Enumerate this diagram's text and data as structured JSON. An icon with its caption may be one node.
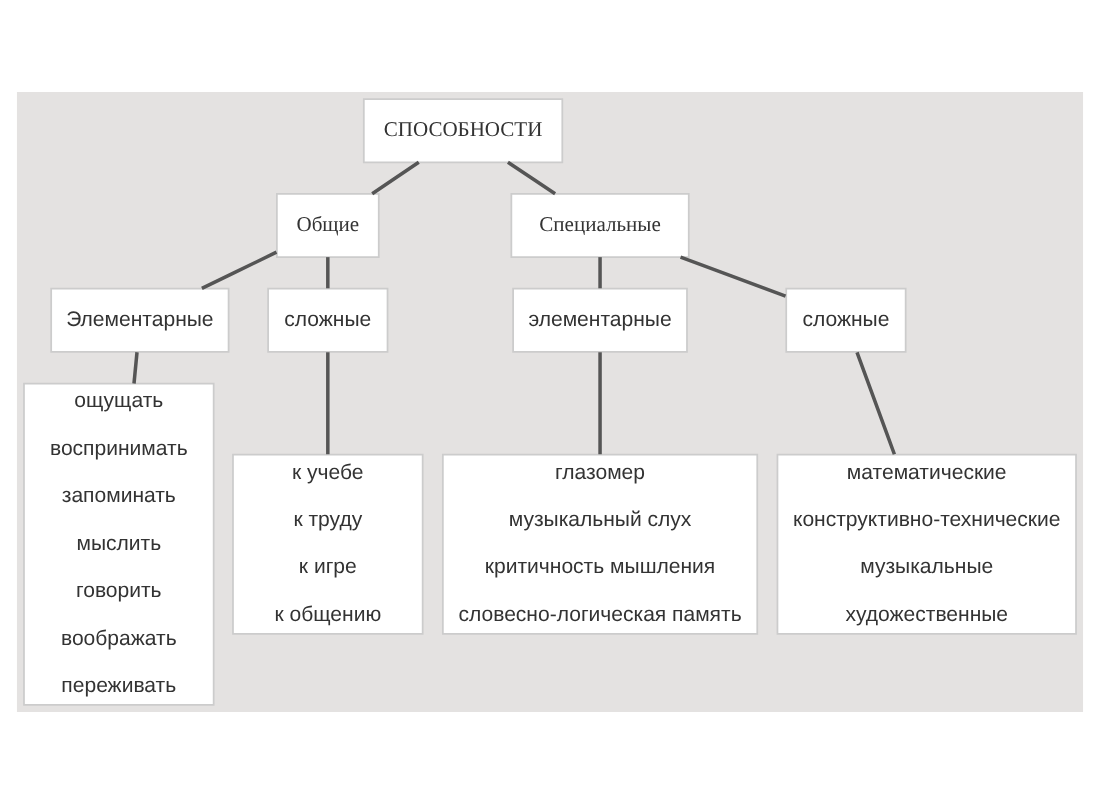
{
  "diagram": {
    "nodes": [
      {
        "text": [
          "СПОСОБНОСТИ"
        ]
      },
      {
        "text": [
          "Общие"
        ]
      },
      {
        "text": [
          "Специальные"
        ]
      },
      {
        "text": [
          "Элементарные"
        ]
      },
      {
        "text": [
          "сложные"
        ]
      },
      {
        "text": [
          "элементарные"
        ]
      },
      {
        "text": [
          "сложные"
        ]
      },
      {
        "text": [
          "ощущать",
          "воспринимать",
          "запоминать",
          "мыслить",
          "говорить",
          "воображать",
          "переживать"
        ]
      },
      {
        "text": [
          "к учебе",
          "к труду",
          "к игре",
          "к общению"
        ]
      },
      {
        "text": [
          "глазомер",
          "музыкальный слух",
          "критичность мышления",
          "словесно-логическая память"
        ]
      },
      {
        "text": [
          "математические",
          "конструктивно-технические",
          "музыкальные",
          "художественные"
        ]
      }
    ],
    "edges": [
      {
        "from": 0,
        "to": 1,
        "arrow": "none"
      },
      {
        "from": 0,
        "to": 2,
        "arrow": "none"
      },
      {
        "from": 1,
        "to": 3,
        "arrow": "none"
      },
      {
        "from": 1,
        "to": 4,
        "arrow": "none"
      },
      {
        "from": 2,
        "to": 5,
        "arrow": "none"
      },
      {
        "from": 2,
        "to": 6,
        "arrow": "none"
      },
      {
        "from": 3,
        "to": 7,
        "arrow": "none"
      },
      {
        "from": 4,
        "to": 8,
        "arrow": "none"
      },
      {
        "from": 5,
        "to": 9,
        "arrow": "none"
      },
      {
        "from": 6,
        "to": 10,
        "arrow": "none"
      }
    ]
  }
}
